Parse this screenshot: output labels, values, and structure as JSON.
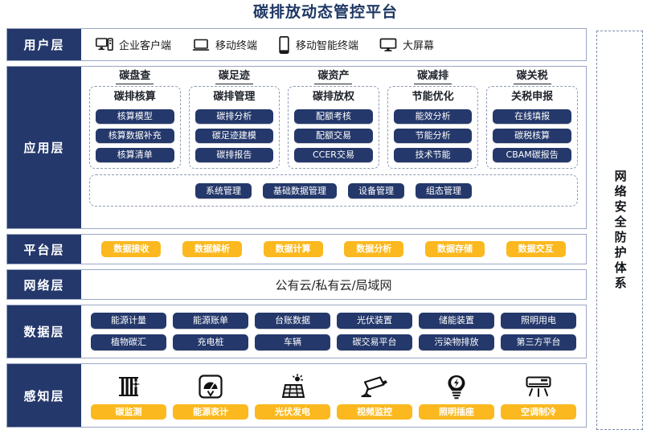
{
  "title": "碳排放动态管控平台",
  "security_column": {
    "label": "网络安全防护体系"
  },
  "layers": {
    "user": {
      "label": "用户层",
      "items": [
        {
          "icon": "desktop-tower-icon",
          "label": "企业客户端"
        },
        {
          "icon": "laptop-icon",
          "label": "移动终端"
        },
        {
          "icon": "smartphone-icon",
          "label": "移动智能终端"
        },
        {
          "icon": "monitor-icon",
          "label": "大屏幕"
        }
      ]
    },
    "application": {
      "label": "应用层",
      "columns": [
        {
          "title": "碳盘查",
          "box_title": "碳排核算",
          "items": [
            "核算模型",
            "核算数据补充",
            "核算清单"
          ]
        },
        {
          "title": "碳足迹",
          "box_title": "碳排管理",
          "items": [
            "碳排分析",
            "碳足迹建模",
            "碳排报告"
          ]
        },
        {
          "title": "碳资产",
          "box_title": "碳排放权",
          "items": [
            "配额考核",
            "配额交易",
            "CCER交易"
          ]
        },
        {
          "title": "碳减排",
          "box_title": "节能优化",
          "items": [
            "能效分析",
            "节能分析",
            "技术节能"
          ]
        },
        {
          "title": "碳关税",
          "box_title": "关税申报",
          "items": [
            "在线填报",
            "碳税核算",
            "CBAM碳报告"
          ]
        }
      ],
      "management": [
        "系统管理",
        "基础数据管理",
        "设备管理",
        "组态管理"
      ]
    },
    "platform": {
      "label": "平台层",
      "items": [
        "数据接收",
        "数据解析",
        "数据计算",
        "数据分析",
        "数据存储",
        "数据交互"
      ]
    },
    "network": {
      "label": "网络层",
      "text": "公有云/私有云/局域网"
    },
    "data": {
      "label": "数据层",
      "row1": [
        "能源计量",
        "能源账单",
        "台账数据",
        "光伏装置",
        "储能装置",
        "照明用电"
      ],
      "row2": [
        "植物碳汇",
        "充电桩",
        "车辆",
        "碳交易平台",
        "污染物排放",
        "第三方平台"
      ]
    },
    "sensing": {
      "label": "感知层",
      "items": [
        {
          "icon": "carbon-monitor-icon",
          "label": "碳监测"
        },
        {
          "icon": "energy-meter-icon",
          "label": "能源表计"
        },
        {
          "icon": "solar-panel-icon",
          "label": "光伏发电"
        },
        {
          "icon": "cctv-camera-icon",
          "label": "视频监控"
        },
        {
          "icon": "light-bulb-icon",
          "label": "照明插座"
        },
        {
          "icon": "air-conditioner-icon",
          "label": "空调制冷"
        }
      ]
    }
  },
  "colors": {
    "navy": "#24386b",
    "yellow": "#fbb91f",
    "title": "#1f3864",
    "border": "#9aa7c4",
    "dashed": "#8f9bb6"
  }
}
